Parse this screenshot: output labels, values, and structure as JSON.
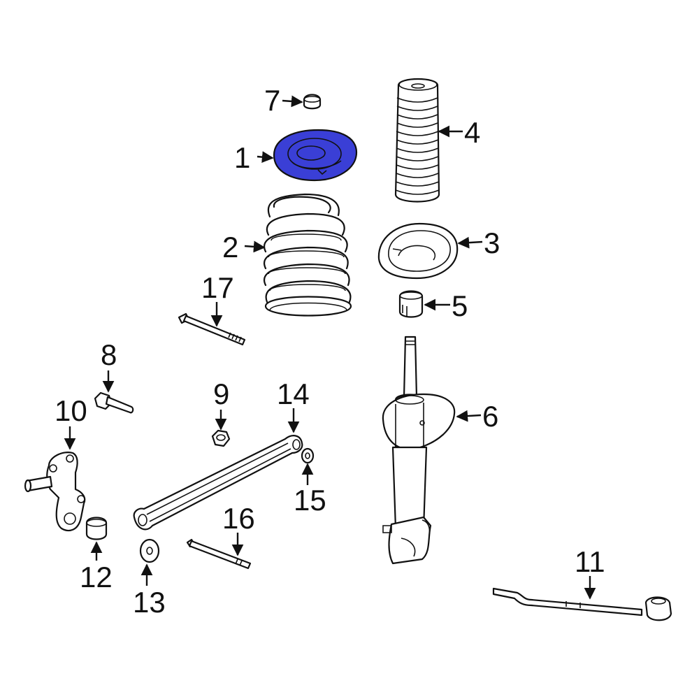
{
  "callouts": {
    "c1": "1",
    "c2": "2",
    "c3": "3",
    "c4": "4",
    "c5": "5",
    "c6": "6",
    "c7": "7",
    "c8": "8",
    "c9": "9",
    "c10": "10",
    "c11": "11",
    "c12": "12",
    "c13": "13",
    "c14": "14",
    "c15": "15",
    "c16": "16",
    "c17": "17"
  },
  "highlight": {
    "part": "1",
    "color": "#3a3fd6"
  }
}
